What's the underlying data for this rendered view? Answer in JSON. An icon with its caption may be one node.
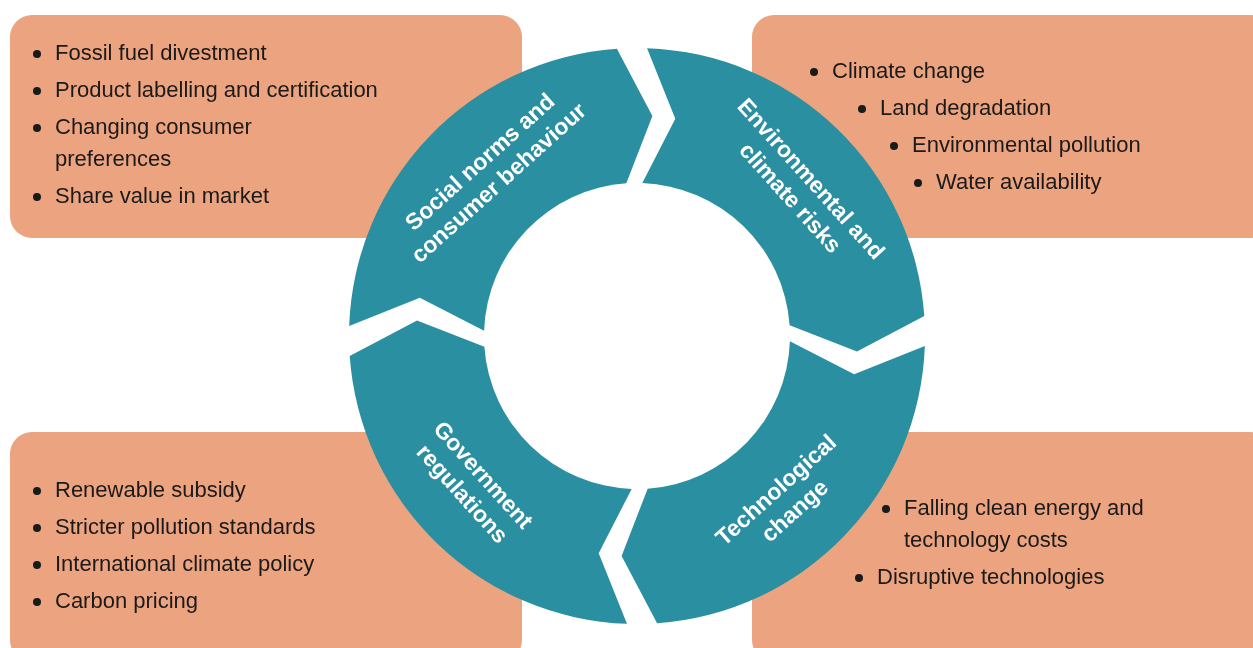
{
  "diagram": {
    "nodes": [
      {
        "text": [
          "Fossil fuel divestment",
          "Product labelling and certification",
          "Changing consumer preferences",
          "Share value in market"
        ]
      },
      {
        "text": [
          "Climate change",
          "Land degradation",
          "Environmental pollution",
          "Water availability"
        ]
      },
      {
        "text": [
          "Social norms and consumer behaviour"
        ]
      },
      {
        "text": [
          "Environmental and climate risks"
        ]
      },
      {
        "text": [
          "Government regulations"
        ]
      },
      {
        "text": [
          "Technological change"
        ]
      },
      {
        "text": [
          "Renewable subsidy",
          "Stricter pollution standards",
          "International climate policy",
          "Carbon pricing"
        ]
      },
      {
        "text": [
          "Falling clean energy and technology costs",
          "Disruptive technologies"
        ]
      }
    ]
  }
}
